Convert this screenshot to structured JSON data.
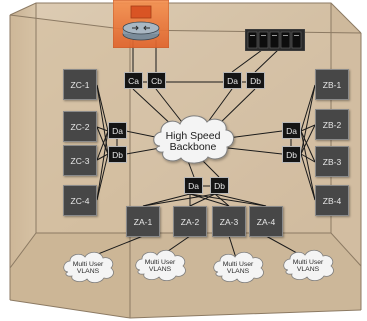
{
  "core": {
    "line1": "High Speed",
    "line2": "Backbone"
  },
  "top_switches": {
    "ca": "Ca",
    "cb": "Cb",
    "da": "Da",
    "db": "Db"
  },
  "left": {
    "switches": {
      "da": "Da",
      "db": "Db"
    },
    "zones": [
      "ZC-1",
      "ZC-2",
      "ZC-3",
      "ZC-4"
    ]
  },
  "right": {
    "switches": {
      "da": "Da",
      "db": "Db"
    },
    "zones": [
      "ZB-1",
      "ZB-2",
      "ZB-3",
      "ZB-4"
    ]
  },
  "bottom": {
    "switches": {
      "da": "Da",
      "db": "Db"
    },
    "zones": [
      "ZA-1",
      "ZA-2",
      "ZA-3",
      "ZA-4"
    ]
  },
  "vlan_clouds": [
    {
      "line1": "Multi User",
      "line2": "VLANS"
    },
    {
      "line1": "Multi User",
      "line2": "VLANS"
    },
    {
      "line1": "Multi User",
      "line2": "VLANS"
    },
    {
      "line1": "Multi User",
      "line2": "VLANS"
    }
  ],
  "icons": [
    "router-icon",
    "server-rack-icon"
  ],
  "colors": {
    "room_wall": "#cdb697",
    "room_floor": "#bfa583",
    "room_edge": "#8c7a63",
    "node_fill": "#474747",
    "switch_fill": "#151515",
    "router_box": "#ef7a3d",
    "cloud_fill": "#f4f4f4"
  }
}
